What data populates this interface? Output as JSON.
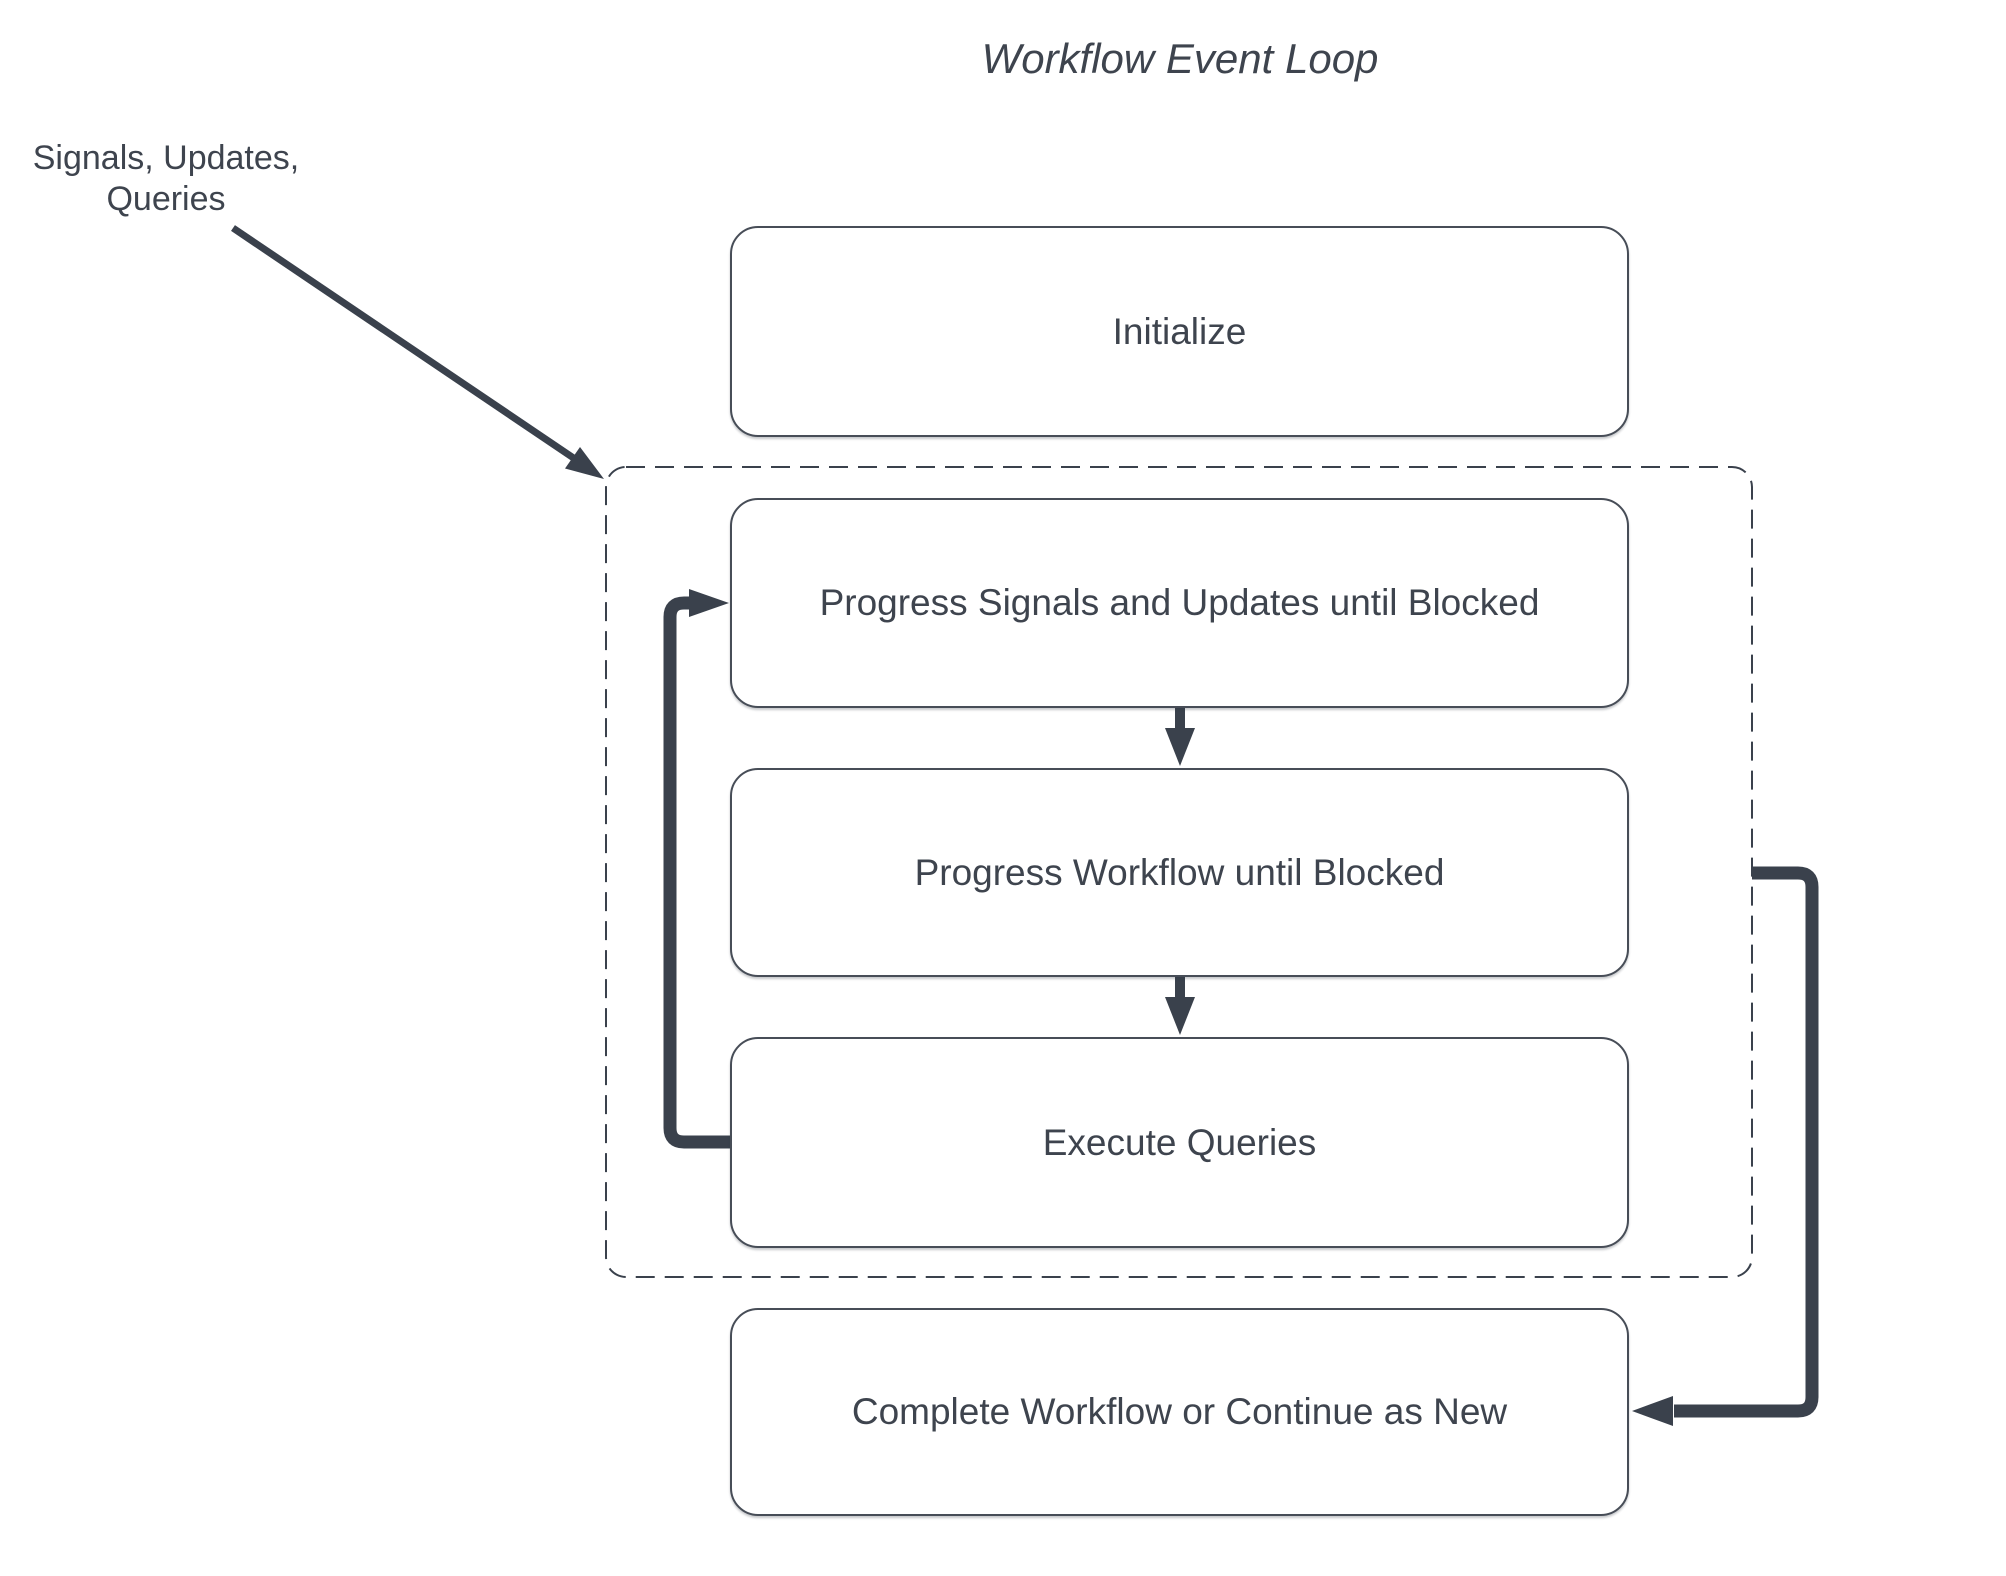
{
  "diagram_type": "flowchart",
  "title": "Workflow Event Loop",
  "annotation": {
    "line1": "Signals, Updates,",
    "line2": "Queries"
  },
  "nodes": {
    "initialize": {
      "label": "Initialize"
    },
    "progress_signals": {
      "label": "Progress Signals and Updates until Blocked"
    },
    "progress_workflow": {
      "label": "Progress Workflow until Blocked"
    },
    "execute_queries": {
      "label": "Execute Queries"
    },
    "complete": {
      "label": "Complete Workflow or Continue as New"
    }
  },
  "edges": [
    {
      "from": "annotation",
      "to": "event-loop-container",
      "style": "thin-diagonal-arrow"
    },
    {
      "from": "progress_signals",
      "to": "progress_workflow",
      "style": "down-arrow"
    },
    {
      "from": "progress_workflow",
      "to": "execute_queries",
      "style": "down-arrow"
    },
    {
      "from": "execute_queries",
      "to": "progress_signals",
      "style": "thick-left-loop-arrow"
    },
    {
      "from": "event-loop-container",
      "to": "complete",
      "style": "thick-right-arrow"
    }
  ],
  "colors": {
    "line": "#3a414c",
    "border": "#474d57",
    "text": "#3e444e",
    "background": "#ffffff"
  }
}
